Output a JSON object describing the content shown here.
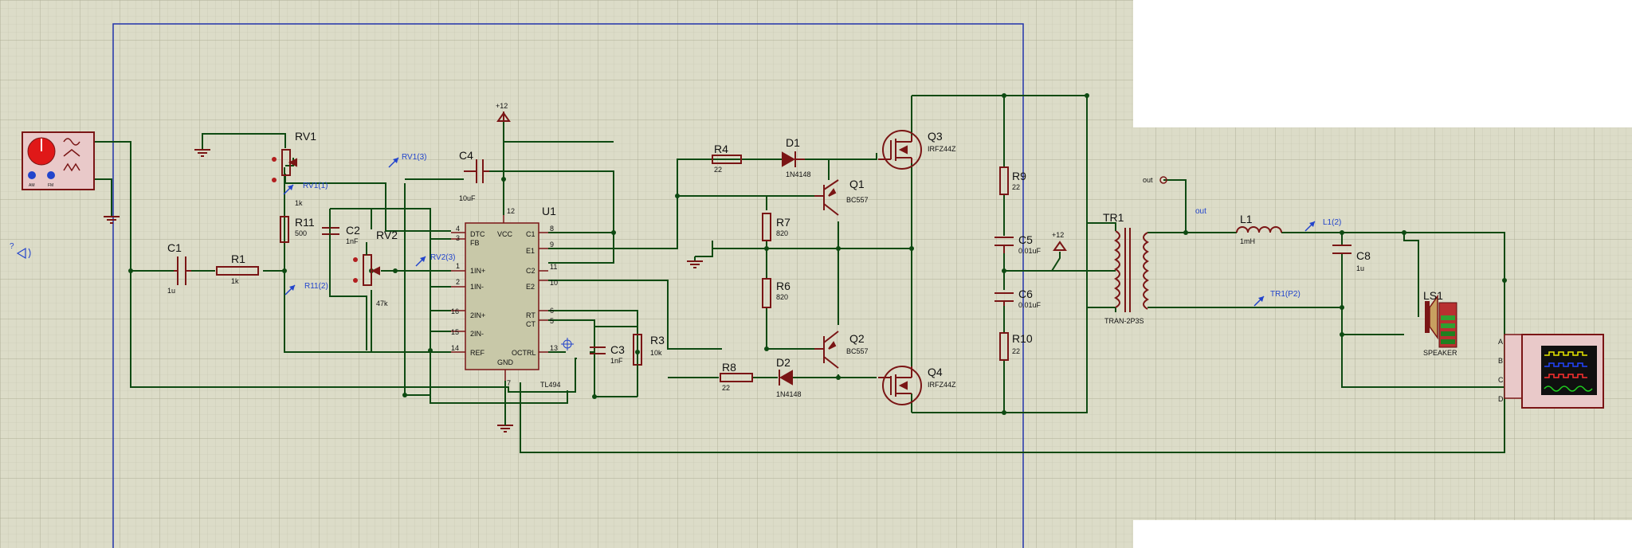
{
  "components": {
    "rv1": {
      "ref": "RV1",
      "value": "1k"
    },
    "r11": {
      "ref": "R11",
      "value": "500"
    },
    "c2": {
      "ref": "C2",
      "value": "1nF"
    },
    "rv2": {
      "ref": "RV2",
      "value": "47k"
    },
    "c1": {
      "ref": "C1",
      "value": "1u"
    },
    "r1": {
      "ref": "R1",
      "value": "1k"
    },
    "c4": {
      "ref": "C4",
      "value": "10uF"
    },
    "u1": {
      "ref": "U1",
      "value": "TL494"
    },
    "c3": {
      "ref": "C3",
      "value": "1nF"
    },
    "r3": {
      "ref": "R3",
      "value": "10k"
    },
    "r4": {
      "ref": "R4",
      "value": "22"
    },
    "d1": {
      "ref": "D1",
      "value": "1N4148"
    },
    "q1": {
      "ref": "Q1",
      "value": "BC557"
    },
    "r7": {
      "ref": "R7",
      "value": "820"
    },
    "r6": {
      "ref": "R6",
      "value": "820"
    },
    "q2": {
      "ref": "Q2",
      "value": "BC557"
    },
    "r8": {
      "ref": "R8",
      "value": "22"
    },
    "d2": {
      "ref": "D2",
      "value": "1N4148"
    },
    "q3": {
      "ref": "Q3",
      "value": "IRFZ44Z"
    },
    "q4": {
      "ref": "Q4",
      "value": "IRFZ44Z"
    },
    "r9": {
      "ref": "R9",
      "value": "22"
    },
    "c5": {
      "ref": "C5",
      "value": "0.01uF"
    },
    "c6": {
      "ref": "C6",
      "value": "0.01uF"
    },
    "r10": {
      "ref": "R10",
      "value": "22"
    },
    "tr1": {
      "ref": "TR1",
      "value": "TRAN-2P3S"
    },
    "l1": {
      "ref": "L1",
      "value": "1mH"
    },
    "c8": {
      "ref": "C8",
      "value": "1u"
    },
    "ls1": {
      "ref": "LS1",
      "value": "SPEAKER"
    }
  },
  "u1_pins": {
    "dtc": "DTC",
    "fb": "FB",
    "in1p": "1IN+",
    "in1m": "1IN-",
    "in2p": "2IN+",
    "in2m": "2IN-",
    "ref": "REF",
    "vcc": "VCC",
    "c1": "C1",
    "e1": "E1",
    "c2": "C2",
    "e2": "E2",
    "rt": "RT",
    "ct": "CT",
    "octrl": "OCTRL",
    "gnd": "GND",
    "n4": "4",
    "n3": "3",
    "n1": "1",
    "n2": "2",
    "n16": "16",
    "n15": "15",
    "n14": "14",
    "n12": "12",
    "n8": "8",
    "n9": "9",
    "n11": "11",
    "n10": "10",
    "n6": "6",
    "n5": "5",
    "n13": "13",
    "n7": "7"
  },
  "probes": {
    "rv1_3": "RV1(3)",
    "rv1_1": "RV1(1)",
    "rv2_3": "RV2(3)",
    "r11_2": "R11(2)",
    "l1_2": "L1(2)",
    "tr1_p2": "TR1(P2)",
    "out_wire": "out"
  },
  "power": {
    "vcc_top": "+12",
    "vcc_mid": "+12"
  },
  "terminal": {
    "out": "out"
  },
  "scope_channels": [
    "A",
    "B",
    "C",
    "D"
  ],
  "generator_labels": {
    "left": "AM",
    "right": "FM"
  },
  "colors": {
    "wire": "#0e4a12",
    "component": "#7a1515",
    "probe": "#2244cc",
    "grid_bg": "#dcdcc8",
    "sheet_border": "#2233aa",
    "scope_trace_1": "#e8e800",
    "scope_trace_2": "#2244ff",
    "scope_trace_3": "#ff3030",
    "scope_trace_4": "#20d020",
    "generator_knob": "#e01818"
  }
}
